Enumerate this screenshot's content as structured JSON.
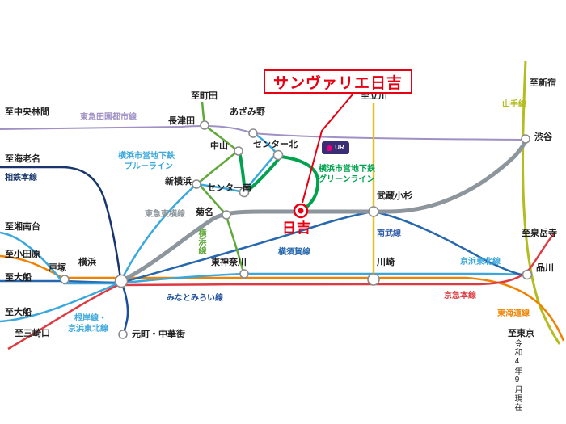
{
  "map": {
    "title": "サンヴァリエ日吉",
    "note": "令和4年9月現在"
  },
  "logo": {
    "text": "UR"
  },
  "accent": {
    "red": "#e60012"
  },
  "stations": {
    "nagatsuta": "長津田",
    "azamino": "あざみ野",
    "nakayama": "中山",
    "center_kita": "センター北",
    "center_minami": "センター南",
    "shin_yokohama": "新横浜",
    "kikuna": "菊名",
    "hiyoshi": "日吉",
    "musashi_kosugi": "武蔵小杉",
    "higashi_kanagawa": "東神奈川",
    "yokohama": "横浜",
    "totsuka": "戸塚",
    "kawasaki": "川崎",
    "shinagawa": "品川",
    "shibuya": "渋谷",
    "motomachi_chukagai": "元町・中華街"
  },
  "lines": {
    "denentoshi": {
      "label": "東急田園都市線",
      "color": "#9f90c5"
    },
    "yamanote": {
      "label": "山手線",
      "color": "#b3bd1f"
    },
    "sotetsu": {
      "label": "相鉄本線",
      "color": "#18366b"
    },
    "blue_line": {
      "label1": "横浜市営地下鉄",
      "label2": "ブルーライン",
      "color": "#3aa8dc"
    },
    "green_line": {
      "label1": "横浜市営地下鉄",
      "label2": "グリーンライン",
      "color": "#00a24e"
    },
    "yokohama_line": {
      "label": "横浜線",
      "color": "#5fa83a"
    },
    "toyoko": {
      "label": "東急東横線",
      "color": "#8d969d"
    },
    "nambu": {
      "label": "南武線",
      "color": "#e3c126",
      "label_color": "#2f5caa"
    },
    "yokosuka": {
      "label": "横須賀線",
      "color": "#2667ad"
    },
    "keihin_tohoku": {
      "label": "京浜東北線",
      "color": "#3aa8dc"
    },
    "negishi": {
      "label1": "根岸線・",
      "label2": "京浜東北線",
      "color": "#3aa8dc"
    },
    "keikyu": {
      "label": "京急本線",
      "color": "#dd3a41"
    },
    "tokaido": {
      "label": "東海道線",
      "color": "#ef8200"
    },
    "minatomirai": {
      "label": "みなとみらい線",
      "color": "#1b4e9b"
    }
  },
  "edges": {
    "chuo_rinkan": "至中央林間",
    "machida": "至町田",
    "tachikawa": "至立川",
    "shinjuku": "至新宿",
    "ebina": "至海老名",
    "shonandai": "至湘南台",
    "odawara": "至小田原",
    "ofuna_1": "至大船",
    "ofuna_2": "至大船",
    "misakiguchi": "至三崎口",
    "sengakuji": "至泉岳寺",
    "tokyo": "至東京"
  }
}
